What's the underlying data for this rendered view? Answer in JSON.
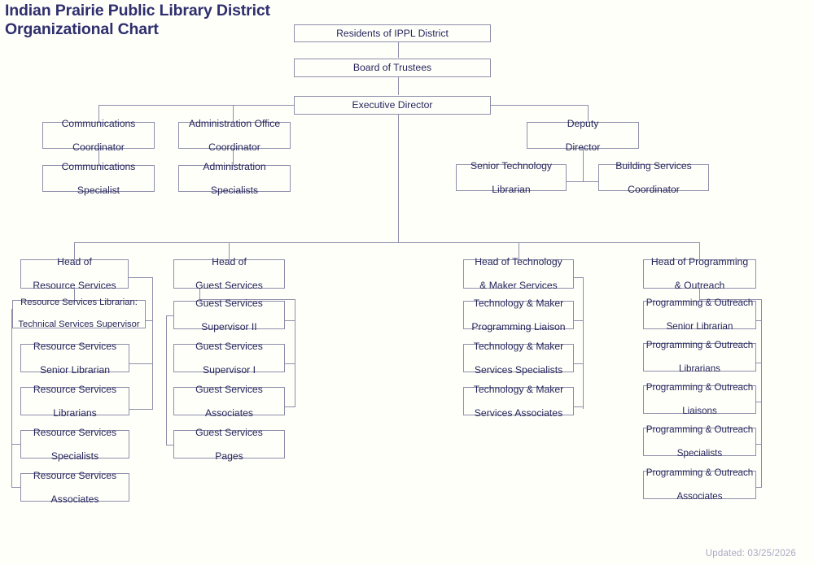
{
  "title": {
    "line1": "Indian Prairie Public Library District",
    "line2": "Organizational Chart"
  },
  "footer": {
    "updated": "Updated: 03/25/2026"
  },
  "colors": {
    "title_text": "#2f2f6e",
    "node_text": "#25255c",
    "node_border": "#8e8eab",
    "background": "#fffffa",
    "footer_text": "#a9a9c4"
  },
  "top_chain": {
    "residents": "Residents of IPPL District",
    "board": "Board of Trustees",
    "executive_director": "Executive Director"
  },
  "director_staff": {
    "communications_coordinator_l1": "Communications",
    "communications_coordinator_l2": "Coordinator",
    "communications_specialist_l1": "Communications",
    "communications_specialist_l2": "Specialist",
    "admin_office_coordinator_l1": "Administration Office",
    "admin_office_coordinator_l2": "Coordinator",
    "admin_specialists_l1": "Administration",
    "admin_specialists_l2": "Specialists",
    "deputy_director_l1": "Deputy",
    "deputy_director_l2": "Director",
    "senior_technology_librarian_l1": "Senior Technology",
    "senior_technology_librarian_l2": "Librarian",
    "building_services_coordinator_l1": "Building Services",
    "building_services_coordinator_l2": "Coordinator"
  },
  "departments": {
    "resource_services": {
      "head_l1": "Head of",
      "head_l2": "Resource Services",
      "staff": [
        {
          "l1": "Resource Services Librarian:",
          "l2": "Technical Services Supervisor"
        },
        {
          "l1": "Resource Services",
          "l2": "Senior Librarian"
        },
        {
          "l1": "Resource Services",
          "l2": "Librarians"
        },
        {
          "l1": "Resource Services",
          "l2": "Specialists"
        },
        {
          "l1": "Resource Services",
          "l2": "Associates"
        }
      ]
    },
    "guest_services": {
      "head_l1": "Head of",
      "head_l2": "Guest Services",
      "staff": [
        {
          "l1": "Guest Services",
          "l2": "Supervisor II"
        },
        {
          "l1": "Guest Services",
          "l2": "Supervisor I"
        },
        {
          "l1": "Guest Services",
          "l2": "Associates"
        },
        {
          "l1": "Guest Services",
          "l2": "Pages"
        }
      ]
    },
    "technology_maker_services": {
      "head_l1": "Head of Technology",
      "head_l2": "& Maker Services",
      "staff": [
        {
          "l1": "Technology & Maker",
          "l2": "Programming Liaison"
        },
        {
          "l1": "Technology & Maker",
          "l2": "Services Specialists"
        },
        {
          "l1": "Technology & Maker",
          "l2": "Services Associates"
        }
      ]
    },
    "programming_outreach": {
      "head_l1": "Head of Programming",
      "head_l2": "& Outreach",
      "staff": [
        {
          "l1": "Programming & Outreach",
          "l2": "Senior Librarian"
        },
        {
          "l1": "Programming & Outreach",
          "l2": "Librarians"
        },
        {
          "l1": "Programming & Outreach",
          "l2": "Liaisons"
        },
        {
          "l1": "Programming & Outreach",
          "l2": "Specialists"
        },
        {
          "l1": "Programming & Outreach",
          "l2": "Associates"
        }
      ]
    }
  }
}
